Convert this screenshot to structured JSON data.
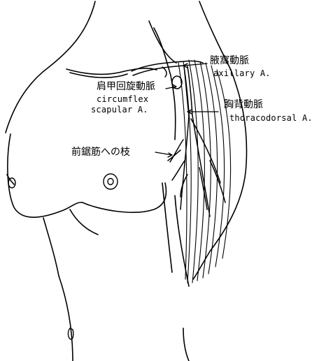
{
  "labels": {
    "axillary_ja": "腋窩動脈",
    "axillary_en": "axillary A.",
    "circumflex_ja": "肩甲回旋動脈",
    "circumflex_en_1": "circumflex",
    "circumflex_en_2": "scapular A.",
    "thoracodorsal_ja": "胸背動脈",
    "thoracodorsal_en": "thoracodorsal A.",
    "serratus_branch_ja": "前鋸筋への枝"
  },
  "colors": {
    "ink": "#000000",
    "background": "#ffffff"
  }
}
